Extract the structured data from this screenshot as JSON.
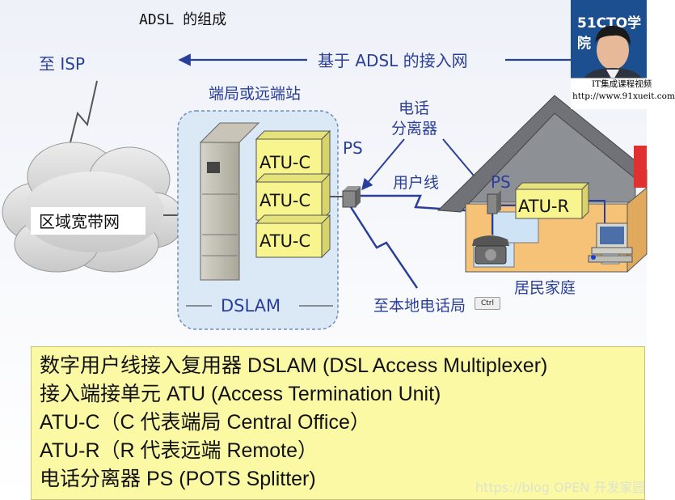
{
  "title": "ADSL 的组成",
  "diagram": {
    "to_isp": "至 ISP",
    "adsl_access": "基于 ADSL 的接入网",
    "office_label": "端局或远端站",
    "cloud_label": "区域宽带网",
    "atu_c_labels": [
      "ATU-C",
      "ATU-C",
      "ATU-C"
    ],
    "ps_office": "PS",
    "splitter_title_line1": "电话",
    "splitter_title_line2": "分离器",
    "user_line": "用户线",
    "ps_home": "PS",
    "atu_r": "ATU-R",
    "dslam": "DSLAM",
    "to_local_office": "至本地电话局",
    "home_label": "居民家庭",
    "ctrl_key": "Ctrl"
  },
  "notes": [
    "数字用户线接入复用器 DSLAM (DSL Access Multiplexer)",
    "接入端接单元 ATU (Access Termination Unit)",
    "ATU-C（C 代表端局 Central Office）",
    "ATU-R（R 代表远端 Remote）",
    "电话分离器 PS (POTS Splitter)"
  ],
  "overlay": {
    "brand": "51CTO学院",
    "caption_line1": "IT集成课程视频",
    "caption_line2": "http://www.91xueit.com"
  },
  "watermark": "https://blog  OPEN 开发家园",
  "colors": {
    "atu_fill": "#f8f48e",
    "office_bg": "#dbe8f6",
    "house_wall": "#f5c277",
    "roof": "#8d9094",
    "notes_bg": "#fbf9a4",
    "arrow_blue": "#2a3f9b"
  }
}
